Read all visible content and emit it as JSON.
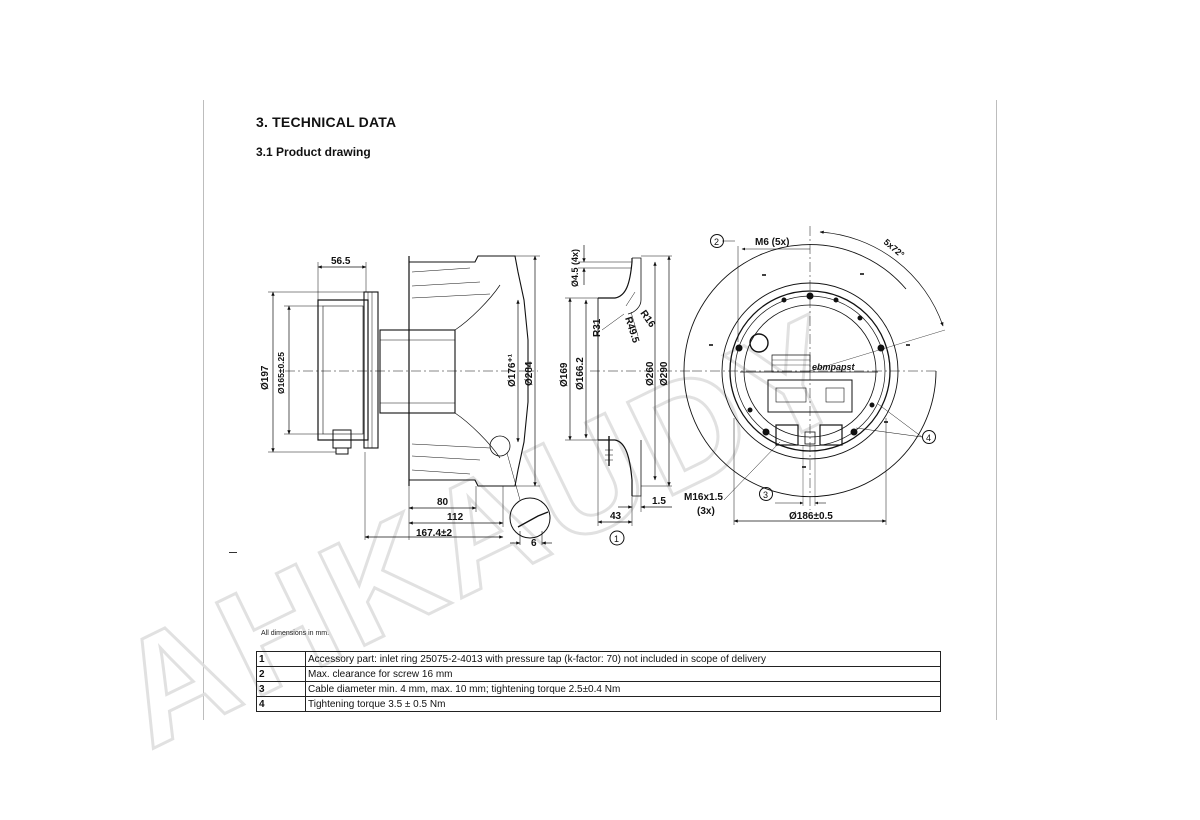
{
  "document": {
    "section_title": "3. TECHNICAL DATA",
    "subsection_title": "3.1 Product drawing",
    "dimensions_note": "All dimensions in mm.",
    "watermark_text": "AHKAUDY"
  },
  "side_view": {
    "dims": {
      "d56_5": "56.5",
      "d197": "Ø197",
      "d165": "Ø165±0.25",
      "d176": "Ø176⁺¹",
      "d284": "Ø284",
      "d80": "80",
      "d112": "112",
      "d167_4": "167.4±2",
      "d6": "6"
    }
  },
  "section_view": {
    "dims": {
      "d4_5": "Ø4.5 (4x)",
      "r31": "R31",
      "r49_5": "R49.5",
      "r16": "R16",
      "d169": "Ø169",
      "d166_2": "Ø166.2",
      "d260": "Ø260",
      "d290": "Ø290",
      "d43": "43",
      "d1_5": "1.5"
    },
    "callout": "1"
  },
  "front_view": {
    "dims": {
      "m6": "M6 (5x)",
      "angle": "5x72°",
      "m16": "M16x1.5",
      "m16_qty": "(3x)",
      "d186": "Ø186±0.5"
    },
    "brand_label": "ebmpapst",
    "callouts": {
      "c2": "2",
      "c3": "3",
      "c4": "4"
    }
  },
  "legend": [
    {
      "num": "1",
      "text": "Accessory part: inlet ring 25075-2-4013 with pressure tap (k-factor: 70) not included in scope of delivery"
    },
    {
      "num": "2",
      "text": "Max. clearance for screw 16 mm"
    },
    {
      "num": "3",
      "text": "Cable diameter min. 4 mm, max. 10 mm; tightening torque 2.5±0.4 Nm"
    },
    {
      "num": "4",
      "text": "Tightening torque 3.5 ± 0.5 Nm"
    }
  ]
}
